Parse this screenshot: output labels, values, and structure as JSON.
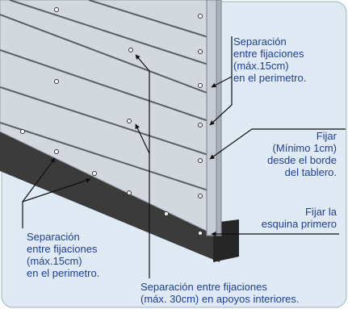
{
  "callouts": {
    "top_right": "Separación\nentre fijaciones\n(máx.15cm)\nen el perimetro.",
    "fix_min": "Fijar\n(Mínimo 1cm)\ndesde el borde\ndel tablero.",
    "fix_corner": "Fijar la\nesquina primero",
    "bottom_left": "Separación\nentre fijaciones\n(máx.15cm)\nen el perimetro.",
    "bottom_center": "Separación entre fijaciones\n(máx. 30cm) en apoyos interiores."
  },
  "colors": {
    "background": "#dfeaf4",
    "board": "#d3d8df",
    "joint_line": "#5a5e66",
    "frame_post": "#c7ccd4",
    "base_beam": "#3b3b3b",
    "text": "#1f3f95"
  }
}
